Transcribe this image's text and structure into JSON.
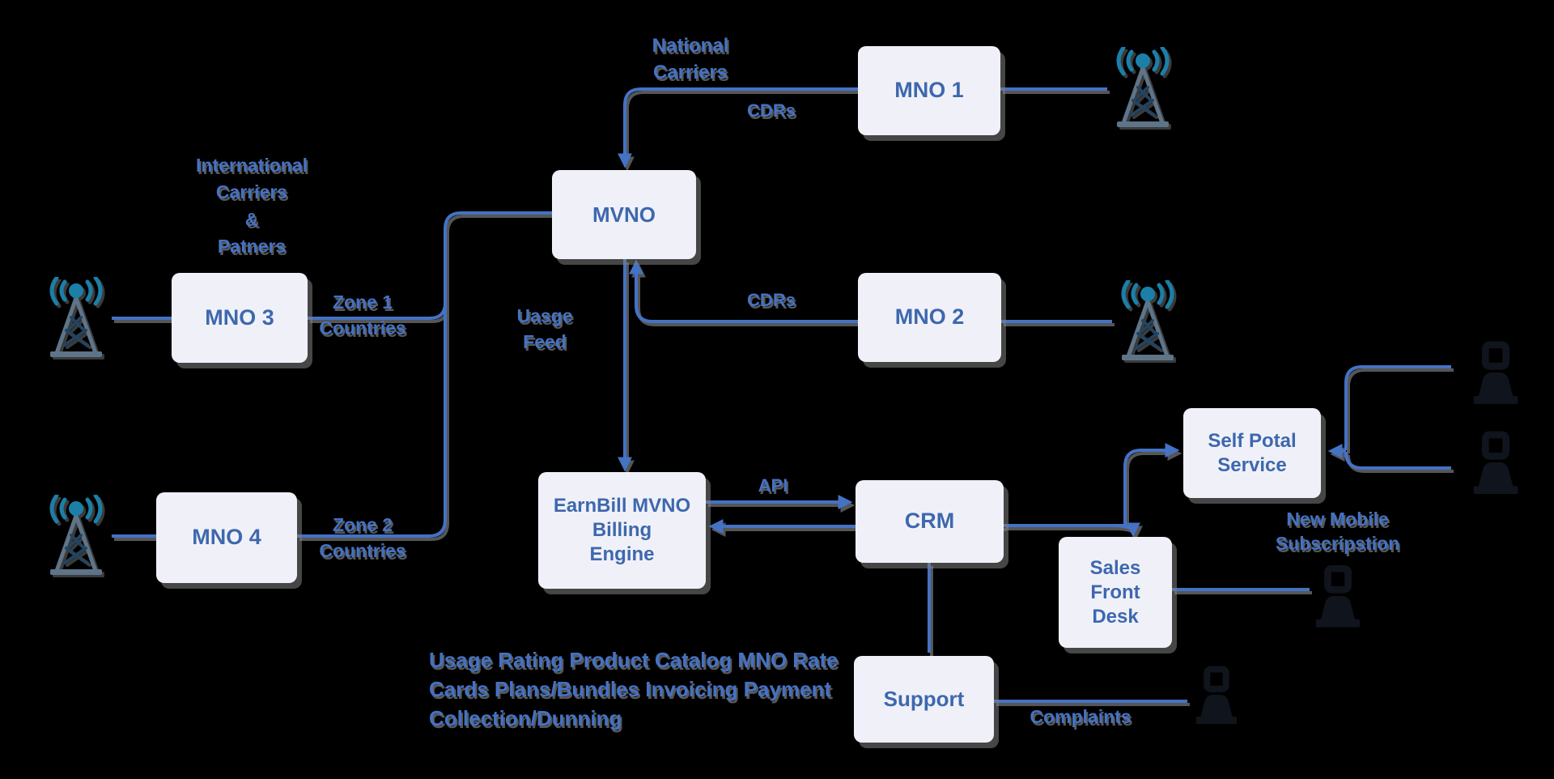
{
  "colors": {
    "bg": "#000000",
    "line_color": "#4472c4",
    "box_fill": "#f0f1f8",
    "box_text": "#3e68ae",
    "label_color": "#4472c4",
    "tower_wave": "#1b7fa8",
    "tower_mast": "#5e7488",
    "tower_dark": "#24435f",
    "person": "#10141c"
  },
  "nodes": {
    "mno1": "MNO 1",
    "mno2": "MNO 2",
    "mno3": "MNO 3",
    "mno4": "MNO 4",
    "mvno": "MVNO",
    "earnbill": "EarnBill MVNO\nBilling\nEngine",
    "crm": "CRM",
    "self_portal": "Self Potal\nService",
    "sales_front_desk": "Sales\nFront\nDesk",
    "support": "Support"
  },
  "edge_labels": {
    "national_carriers": "National\nCarriers",
    "cdrs_top": "CDRs",
    "international": "International\nCarriers\n&\nPatners",
    "zone1": "Zone 1\nCountries",
    "zone2": "Zone 2\nCountries",
    "usage_feed": "Uasge\nFeed",
    "cdrs_mid": "CDRs",
    "api": "API",
    "billing_functions": "Usage Rating Product Catalog MNO Rate\nCards Plans/Bundles Invoicing Payment\nCollection/Dunning",
    "new_mobile_subscription": "New Mobile\nSubscripstion",
    "complaints": "Complaints"
  },
  "icons": {
    "cell_tower": "cell-tower-icon",
    "user": "user-icon"
  }
}
